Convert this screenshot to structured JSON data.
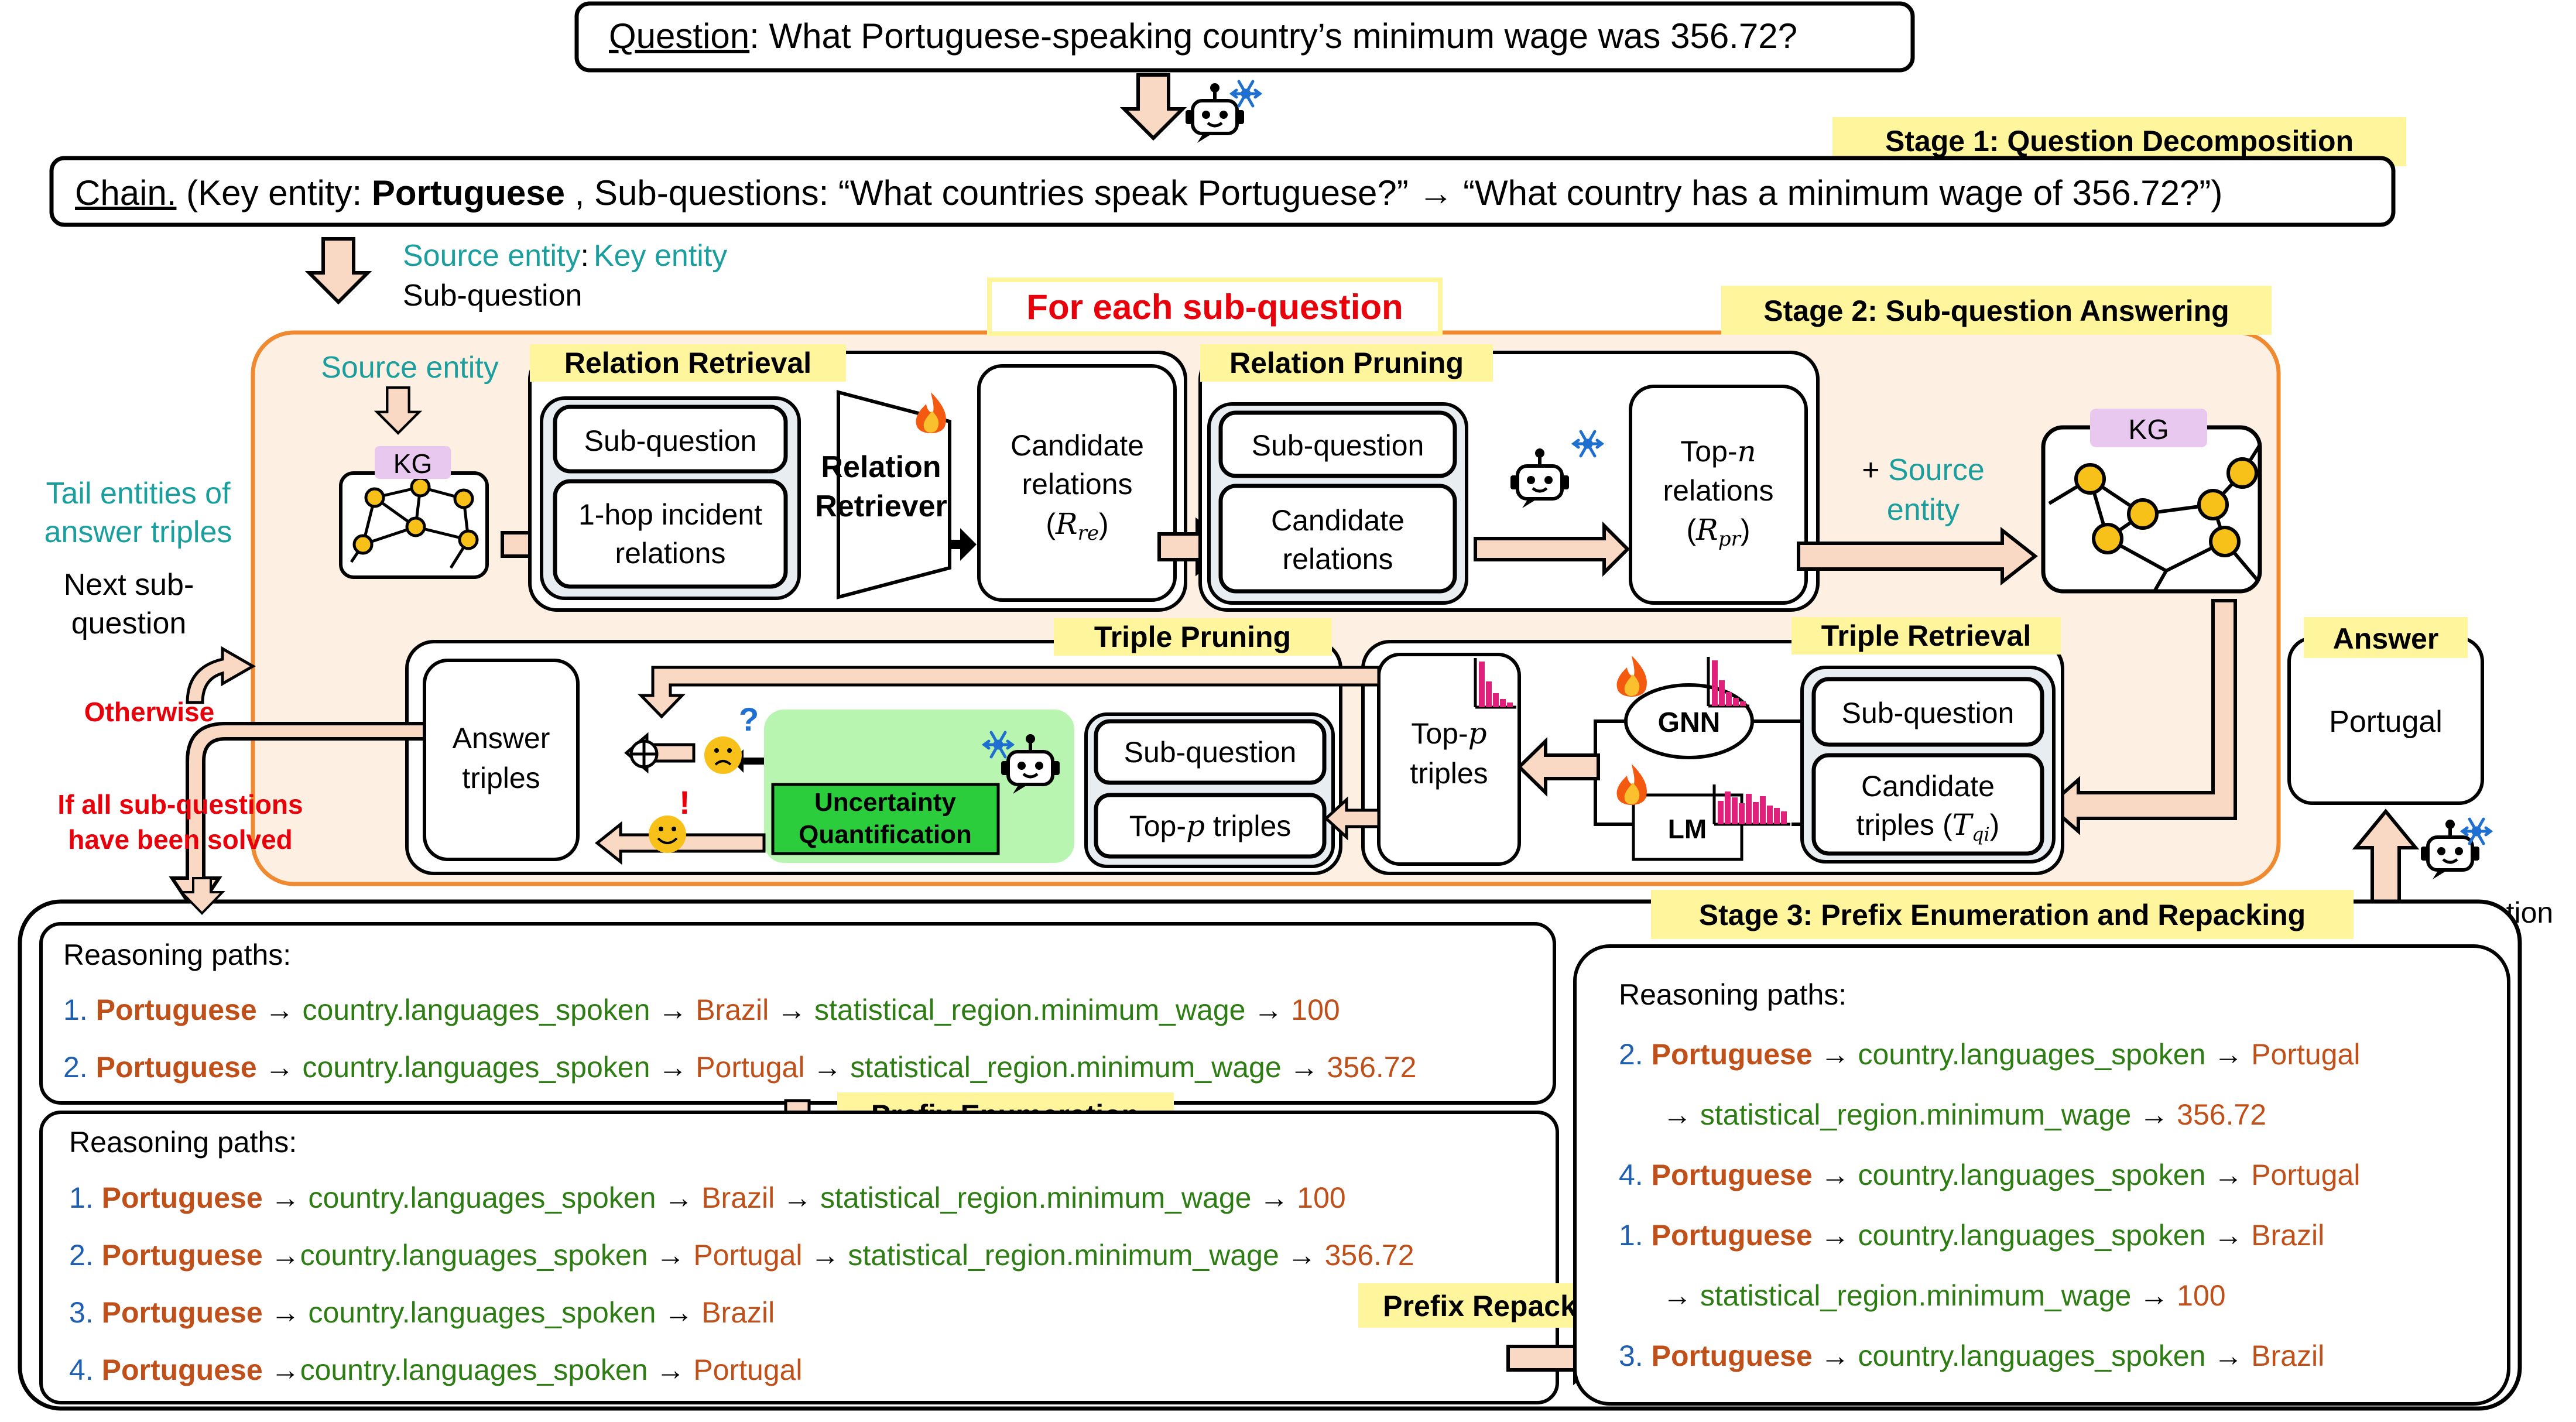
{
  "colors": {
    "teal": "#1a9e9e",
    "red": "#e8000b",
    "orange_entity": "#c0501a",
    "green_relation": "#2e7d14",
    "blue_number": "#1f5fb0",
    "highlight_yellow": "#fff59d",
    "stage2_bg": "#fdf0e3",
    "stage2_border": "#f08a30",
    "arrow_fill": "#f9d9c4",
    "kg_label": "#e9c8ef",
    "uq_green": "#2ccd3c",
    "uq_bg": "#b8f5b0",
    "histogram": "#e0207a",
    "node_yellow": "#f7c11a"
  },
  "icons": [
    "robot-icon",
    "snowflake-icon",
    "fire-icon",
    "sad-face-icon",
    "happy-face-icon",
    "question-mark-icon",
    "exclamation-icon",
    "oplus-icon",
    "histogram-icon",
    "graph-icon"
  ],
  "question": {
    "label": "Question",
    "text": ": What Portuguese-speaking country’s minimum wage was 356.72?"
  },
  "stage1": {
    "label": "Stage 1: Question Decomposition"
  },
  "chain": {
    "label": "Chain.",
    "part1": " (Key entity: ",
    "key_entity": "Portuguese",
    "part2": " , Sub-questions: “What countries speak Portuguese?” → “What country has a minimum wage of 356.72?”)"
  },
  "source_note": {
    "source_entity": "Source entity",
    "colon": ":",
    "key_entity": "Key entity",
    "sub_question": "Sub-question"
  },
  "for_each": "For each sub-question",
  "stage2": {
    "label": "Stage 2: Sub-question Answering"
  },
  "source_entity_label": "Source entity",
  "kg_label": "KG",
  "relation_retrieval": {
    "title": "Relation Retrieval",
    "sub_question": "Sub-question",
    "incident_1": "1-hop incident",
    "incident_2": "relations",
    "retriever_1": "Relation",
    "retriever_2": "Retriever",
    "candidate_1": "Candidate",
    "candidate_2": "relations",
    "candidate_sym": "R",
    "candidate_sub": "re"
  },
  "relation_pruning": {
    "title": "Relation Pruning",
    "sub_question": "Sub-question",
    "candidate_1": "Candidate",
    "candidate_2": "relations",
    "top_1": "Top-",
    "top_n": "n",
    "top_2": "relations",
    "top_sym": "R",
    "top_sub": "pr"
  },
  "plus_source": {
    "plus": "+ ",
    "source": "Source",
    "entity": "entity"
  },
  "left_labels": {
    "tail_1": "Tail entities of",
    "tail_2": "answer triples",
    "next_1": "Next sub-",
    "next_2": "question",
    "otherwise": "Otherwise",
    "solved_1": "If all sub-questions",
    "solved_2": "have been solved"
  },
  "triple_pruning": {
    "title": "Triple Pruning",
    "answer_1": "Answer",
    "answer_2": "triples",
    "uq_1": "Uncertainty",
    "uq_2": "Quantification",
    "sub_question": "Sub-question",
    "top_p_pre": "Top-",
    "top_p_var": "p",
    "top_p_post": " triples"
  },
  "triple_retrieval": {
    "title": "Triple Retrieval",
    "top_1": "Top-",
    "top_p": "p",
    "top_2": "triples",
    "gnn": "GNN",
    "lm": "LM",
    "sub_question": "Sub-question",
    "candidate_1": "Candidate",
    "candidate_2": "triples (",
    "candidate_sym": "T",
    "candidate_sub": "qi",
    "candidate_close": ")"
  },
  "answer": {
    "title": "Answer",
    "value": "Portugal"
  },
  "plus_question": "+ Question",
  "stage3": {
    "label": "Stage 3: Prefix Enumeration and Repacking"
  },
  "prefix_enumeration": "Prefix Enumeration",
  "prefix_repacking": "Prefix Repacking",
  "reasoning_paths_label": "Reasoning paths:",
  "box_a": [
    {
      "num": "1.",
      "parts": [
        {
          "t": "Portuguese",
          "k": "ent"
        },
        {
          "t": " → ",
          "k": "arr"
        },
        {
          "t": "country.languages_spoken",
          "k": "rel"
        },
        {
          "t": " → ",
          "k": "arr"
        },
        {
          "t": "Brazil",
          "k": "val"
        },
        {
          "t": " → ",
          "k": "arr"
        },
        {
          "t": "statistical_region.minimum_wage",
          "k": "rel"
        },
        {
          "t": " → ",
          "k": "arr"
        },
        {
          "t": "100",
          "k": "val"
        }
      ]
    },
    {
      "num": "2.",
      "parts": [
        {
          "t": "Portuguese",
          "k": "ent"
        },
        {
          "t": " → ",
          "k": "arr"
        },
        {
          "t": "country.languages_spoken",
          "k": "rel"
        },
        {
          "t": " → ",
          "k": "arr"
        },
        {
          "t": "Portugal",
          "k": "val"
        },
        {
          "t": " → ",
          "k": "arr"
        },
        {
          "t": "statistical_region.minimum_wage",
          "k": "rel"
        },
        {
          "t": " → ",
          "k": "arr"
        },
        {
          "t": "356.72",
          "k": "val"
        }
      ]
    }
  ],
  "box_b": [
    {
      "num": "1.",
      "parts": [
        {
          "t": "Portuguese",
          "k": "ent"
        },
        {
          "t": " → ",
          "k": "arr"
        },
        {
          "t": "country.languages_spoken",
          "k": "rel"
        },
        {
          "t": " → ",
          "k": "arr"
        },
        {
          "t": "Brazil",
          "k": "val"
        },
        {
          "t": " → ",
          "k": "arr"
        },
        {
          "t": "statistical_region.minimum_wage",
          "k": "rel"
        },
        {
          "t": " → ",
          "k": "arr"
        },
        {
          "t": "100",
          "k": "val"
        }
      ]
    },
    {
      "num": "2.",
      "parts": [
        {
          "t": "Portuguese",
          "k": "ent"
        },
        {
          "t": " →",
          "k": "arr"
        },
        {
          "t": "country.languages_spoken",
          "k": "rel"
        },
        {
          "t": " → ",
          "k": "arr"
        },
        {
          "t": "Portugal",
          "k": "val"
        },
        {
          "t": " → ",
          "k": "arr"
        },
        {
          "t": "statistical_region.minimum_wage",
          "k": "rel"
        },
        {
          "t": " → ",
          "k": "arr"
        },
        {
          "t": "356.72",
          "k": "val"
        }
      ]
    },
    {
      "num": "3.",
      "parts": [
        {
          "t": "Portuguese",
          "k": "ent"
        },
        {
          "t": " → ",
          "k": "arr"
        },
        {
          "t": "country.languages_spoken",
          "k": "rel"
        },
        {
          "t": " → ",
          "k": "arr"
        },
        {
          "t": "Brazil",
          "k": "val"
        }
      ]
    },
    {
      "num": "4.",
      "parts": [
        {
          "t": "Portuguese",
          "k": "ent"
        },
        {
          "t": " →",
          "k": "arr"
        },
        {
          "t": "country.languages_spoken",
          "k": "rel"
        },
        {
          "t": " → ",
          "k": "arr"
        },
        {
          "t": "Portugal",
          "k": "val"
        }
      ]
    }
  ],
  "box_c": [
    {
      "num": "2.",
      "parts": [
        {
          "t": "Portuguese",
          "k": "ent"
        },
        {
          "t": " → ",
          "k": "arr"
        },
        {
          "t": "country.languages_spoken",
          "k": "rel"
        },
        {
          "t": " → ",
          "k": "arr"
        },
        {
          "t": "Portugal",
          "k": "val"
        }
      ]
    },
    {
      "num": "",
      "parts": [
        {
          "t": "→ ",
          "k": "arr"
        },
        {
          "t": "statistical_region.minimum_wage",
          "k": "rel"
        },
        {
          "t": " → ",
          "k": "arr"
        },
        {
          "t": "356.72",
          "k": "val"
        }
      ]
    },
    {
      "num": "4.",
      "parts": [
        {
          "t": "Portuguese",
          "k": "ent"
        },
        {
          "t": " → ",
          "k": "arr"
        },
        {
          "t": "country.languages_spoken",
          "k": "rel"
        },
        {
          "t": " → ",
          "k": "arr"
        },
        {
          "t": "Portugal",
          "k": "val"
        }
      ]
    },
    {
      "num": "1.",
      "parts": [
        {
          "t": "Portuguese",
          "k": "ent"
        },
        {
          "t": " → ",
          "k": "arr"
        },
        {
          "t": "country.languages_spoken",
          "k": "rel"
        },
        {
          "t": " → ",
          "k": "arr"
        },
        {
          "t": "Brazil",
          "k": "val"
        }
      ]
    },
    {
      "num": "",
      "parts": [
        {
          "t": "→ ",
          "k": "arr"
        },
        {
          "t": "statistical_region.minimum_wage",
          "k": "rel"
        },
        {
          "t": " → ",
          "k": "arr"
        },
        {
          "t": "100",
          "k": "val"
        }
      ]
    },
    {
      "num": "3.",
      "parts": [
        {
          "t": "Portuguese",
          "k": "ent"
        },
        {
          "t": " → ",
          "k": "arr"
        },
        {
          "t": "country.languages_spoken",
          "k": "rel"
        },
        {
          "t": " → ",
          "k": "arr"
        },
        {
          "t": "Brazil",
          "k": "val"
        }
      ]
    }
  ]
}
